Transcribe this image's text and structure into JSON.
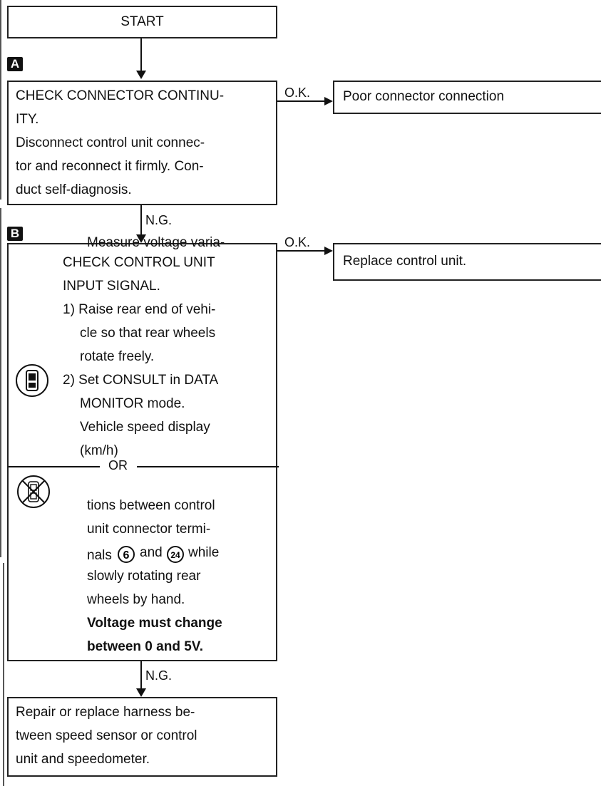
{
  "start_label": "START",
  "step_a": {
    "marker": "A",
    "lines": [
      "CHECK CONNECTOR CONTINU-",
      "ITY.",
      "Disconnect control unit connec-",
      "tor and reconnect it firmly. Con-",
      "duct self-diagnosis."
    ],
    "ok_label": "O.K.",
    "ok_result": "Poor connector connection",
    "ng_label": "N.G."
  },
  "step_b": {
    "marker": "B",
    "consult_lines": [
      "CHECK CONTROL UNIT",
      "INPUT SIGNAL.",
      "1) Raise rear end of vehi-",
      "cle so that rear wheels",
      "rotate freely.",
      "2) Set CONSULT in DATA",
      "MONITOR mode.",
      "Vehicle speed display",
      "(km/h)"
    ],
    "or_label": "OR",
    "measure_lines": [
      "Measure voltage varia-",
      "tions between control",
      "unit connector termi-",
      "nals",
      "and",
      "while",
      "slowly rotating rear",
      "wheels by hand."
    ],
    "terminal_1": "6",
    "terminal_2": "24",
    "bold_lines": [
      "Voltage must change",
      "between 0 and 5V."
    ],
    "ok_label": "O.K.",
    "ok_result": "Replace control unit.",
    "ng_label": "N.G."
  },
  "final_lines": [
    "Repair or replace harness be-",
    "tween speed sensor or control",
    "unit and speedometer."
  ],
  "icons": [
    "consult-tester-icon",
    "no-consult-icon"
  ]
}
